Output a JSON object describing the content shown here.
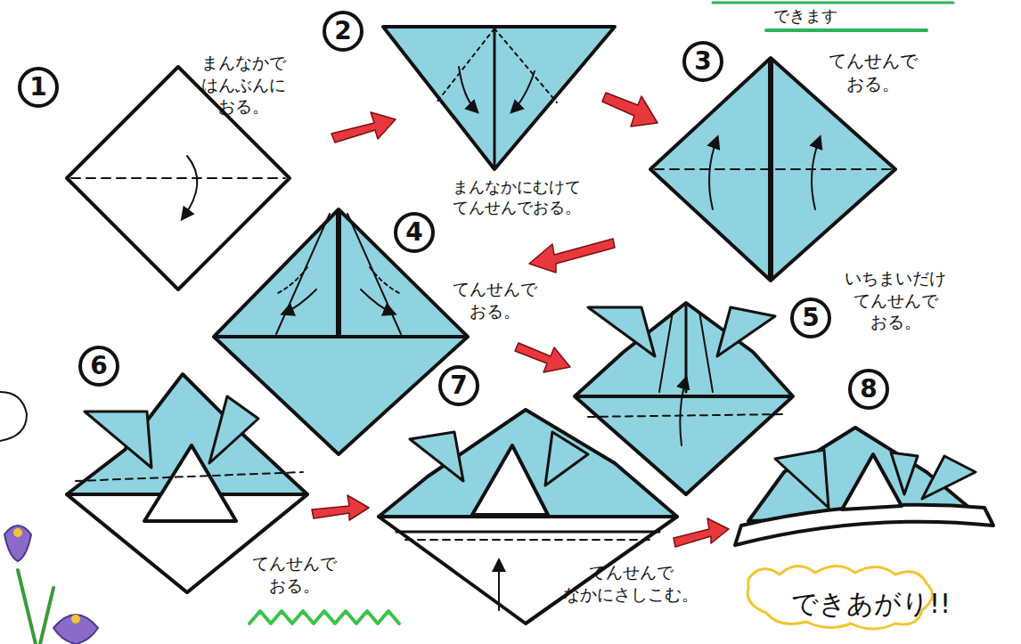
{
  "diagram": {
    "nodes": [
      {
        "text": [
          "1"
        ]
      },
      {
        "text": [
          "2"
        ]
      },
      {
        "text": [
          "3"
        ]
      },
      {
        "text": [
          "4"
        ]
      },
      {
        "text": [
          "5"
        ]
      },
      {
        "text": [
          "6"
        ]
      },
      {
        "text": [
          "7"
        ]
      },
      {
        "text": [
          "8"
        ]
      }
    ],
    "labels": [
      "できます",
      "まんなかで はんぶんに おる。",
      "まんなかにむけて てんせんでおる。",
      "てんせんで おる。",
      "てんせんで おる。",
      "いちまいだけ てんせんで おる。",
      "てんせんで おる。",
      "てんせんで なかにさしこむ。",
      "できあがり!!"
    ]
  }
}
